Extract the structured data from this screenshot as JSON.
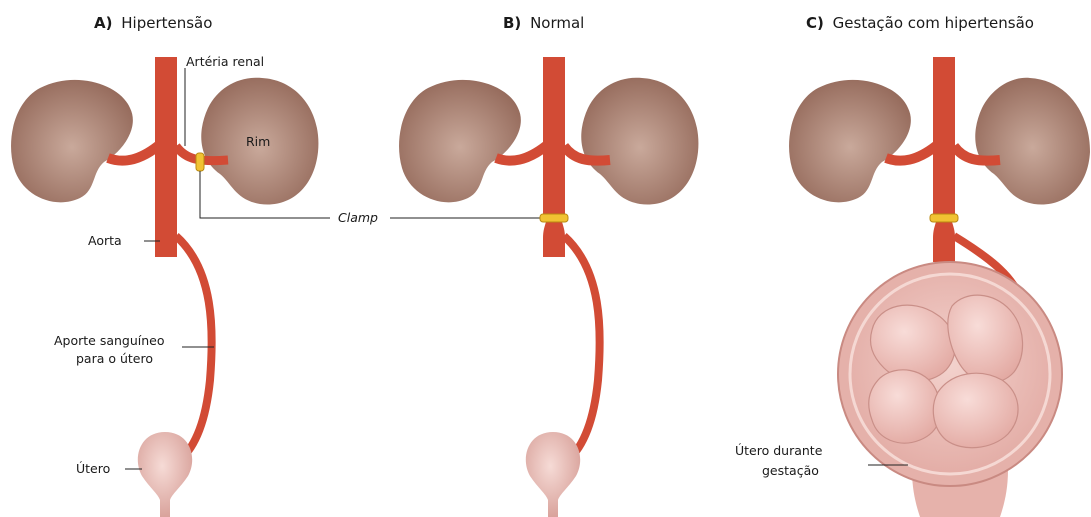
{
  "panels": [
    {
      "letter": "A)",
      "title": "Hipertensão"
    },
    {
      "letter": "B)",
      "title": "Normal"
    },
    {
      "letter": "C)",
      "title": "Gestação com hipertensão"
    }
  ],
  "labels": {
    "renal_artery": "Artéria renal",
    "kidney": "Rim",
    "clamp": "Clamp",
    "aorta": "Aorta",
    "uterine_supply_line1": "Aporte sanguíneo",
    "uterine_supply_line2": "para o útero",
    "uterus": "Útero",
    "pregnant_uterus_line1": "Útero durante",
    "pregnant_uterus_line2": "gestação"
  },
  "colors": {
    "artery": "#d24b35",
    "kidney": "#9e7566",
    "kidney_highlight": "#c7a597",
    "clamp": "#f1c232",
    "uterus": "#e9c0bb",
    "fetus": "#efc3bf",
    "leader_line": "#222222"
  }
}
